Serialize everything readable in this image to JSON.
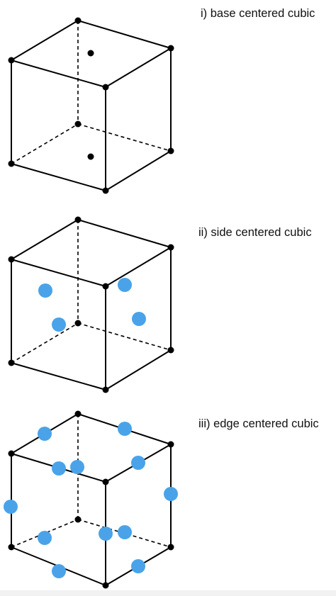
{
  "colors": {
    "corner_atom": "#000000",
    "extra_atom": "#4aa3e8",
    "edge": "#000000"
  },
  "panels": [
    {
      "label": "i) base centered cubic",
      "extra_atom_color": "#000000",
      "extra_atoms": [
        "top-face-center",
        "bottom-face-center"
      ]
    },
    {
      "label": "ii) side centered cubic",
      "extra_atom_color": "#4aa3e8",
      "extra_atoms": [
        "left-face-center",
        "back-face-center",
        "front-face-center",
        "right-face-center"
      ]
    },
    {
      "label": "iii) edge centered cubic",
      "extra_atom_color": "#4aa3e8",
      "extra_atoms": [
        "top-back-left-edge",
        "top-back-right-edge",
        "top-front-left-edge",
        "top-front-right-edge",
        "vertical-back-left-edge",
        "vertical-front-left-edge",
        "vertical-back-right-edge",
        "vertical-front-right-edge",
        "bottom-back-left-edge",
        "bottom-back-right-edge",
        "bottom-front-left-edge",
        "bottom-front-right-edge"
      ]
    }
  ]
}
